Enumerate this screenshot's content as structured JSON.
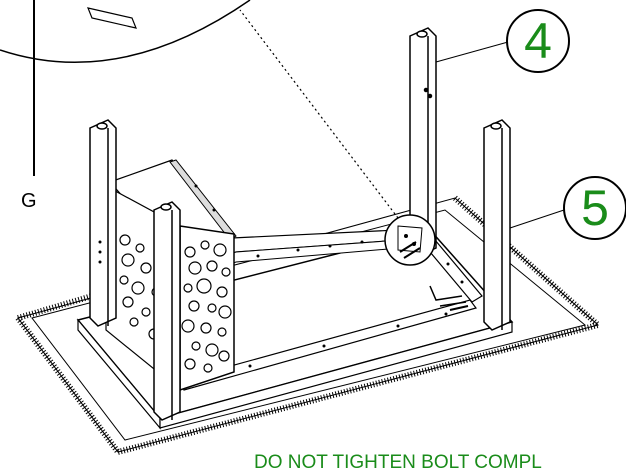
{
  "callouts": {
    "part_4": "4",
    "part_5": "5",
    "part_g": "G"
  },
  "warning_text": "DO NOT TIGHTEN BOLT COMPL",
  "colors": {
    "callout_number": "#1a8c1a",
    "warning_text": "#1a8c1a",
    "line_art": "#000000"
  },
  "icons": [
    "leg-4-icon",
    "leg-5-icon",
    "table-frame-icon",
    "carton-icon",
    "detail-magnifier-icon",
    "bolt-icon",
    "allen-key-icon"
  ]
}
